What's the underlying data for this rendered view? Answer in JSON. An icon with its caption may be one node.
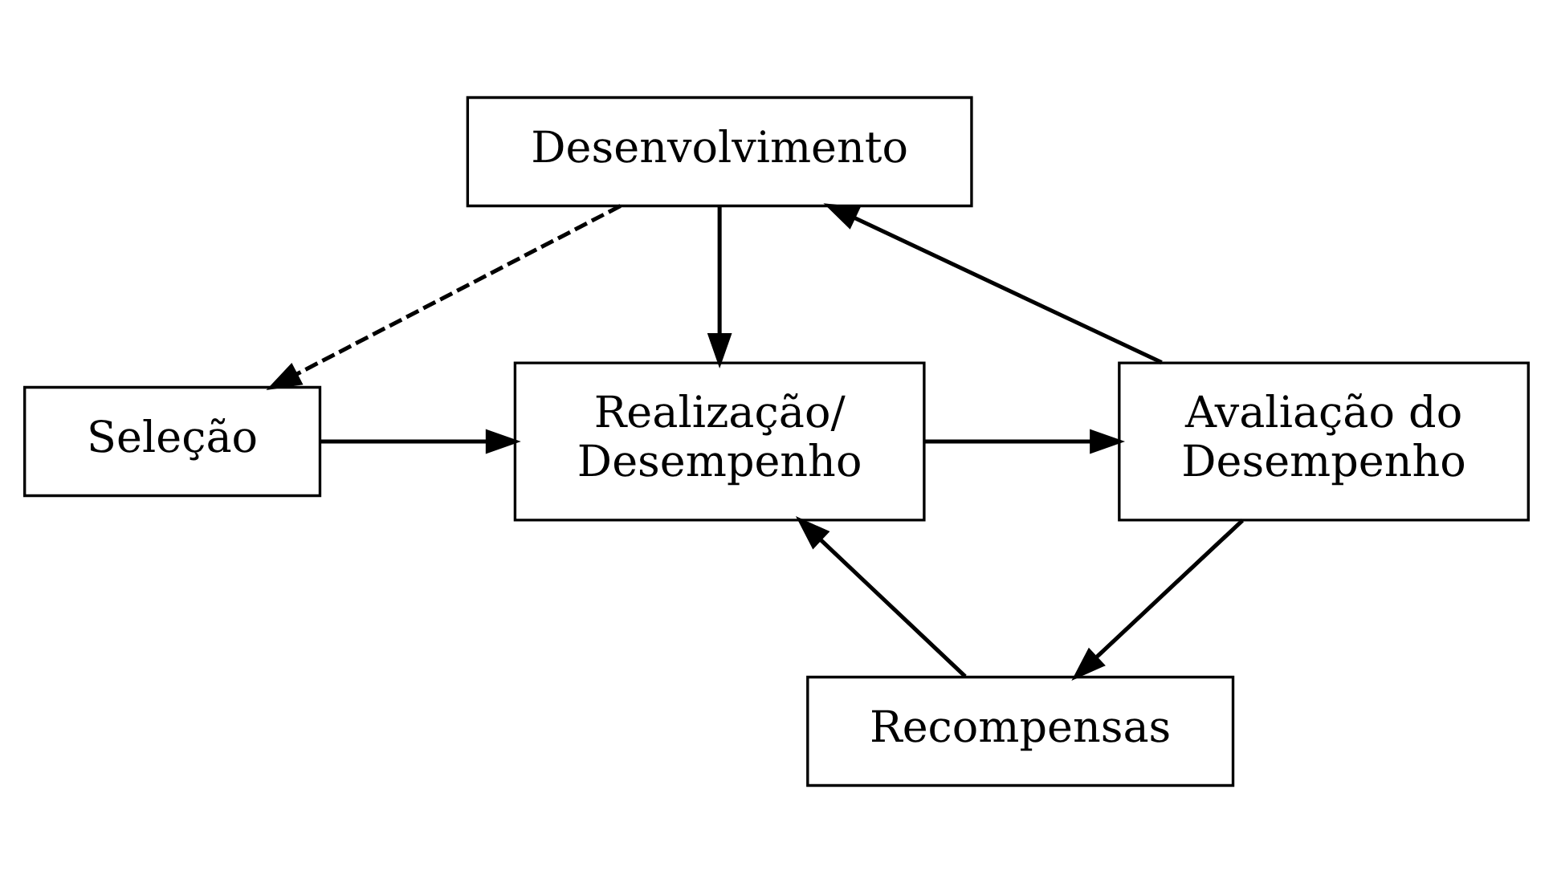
{
  "diagram": {
    "nodes": [
      {
        "text": [
          "Desenvolvimento"
        ]
      },
      {
        "text": [
          "Avaliação do Desempenho"
        ]
      },
      {
        "text": [
          "Realização/ Desempenho"
        ]
      },
      {
        "text": [
          "Seleção"
        ]
      },
      {
        "text": [
          "Recompensas"
        ]
      }
    ],
    "edges": [
      {
        "from": 1,
        "to": 0,
        "arrow": "to"
      },
      {
        "from": 0,
        "to": 2,
        "arrow": "to"
      },
      {
        "from": 0,
        "to": 3,
        "arrow": "to",
        "style": "dashed"
      },
      {
        "from": 2,
        "to": 1,
        "arrow": "to"
      },
      {
        "from": 3,
        "to": 2,
        "arrow": "to"
      },
      {
        "from": 1,
        "to": 4,
        "arrow": "to"
      },
      {
        "from": 4,
        "to": 2,
        "arrow": "to"
      }
    ]
  }
}
